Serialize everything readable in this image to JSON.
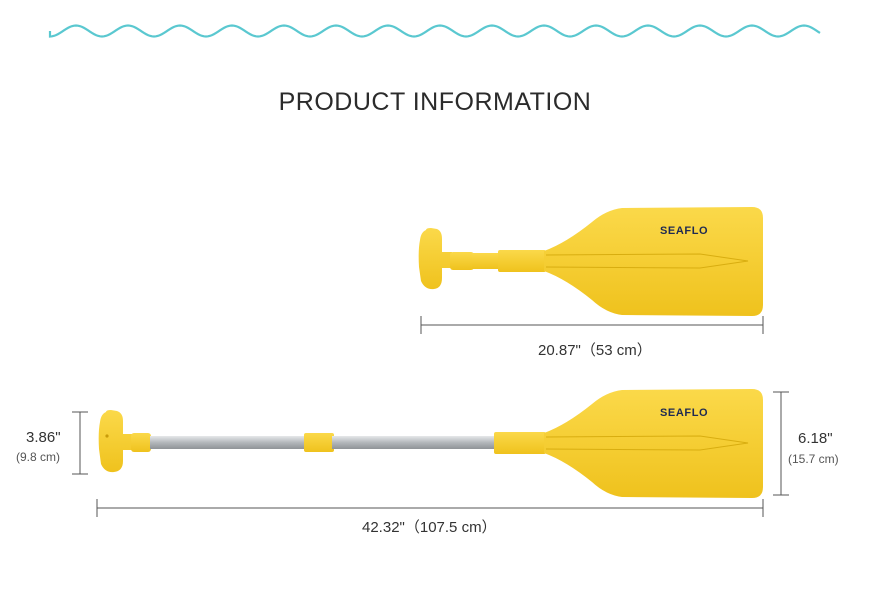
{
  "header": {
    "title": "PRODUCT INFORMATION",
    "wave_color": "#5ac8d0"
  },
  "paddle_short": {
    "brand": "SEAFLO",
    "length_label": "20.87\"（53 cm）"
  },
  "paddle_long": {
    "brand": "SEAFLO",
    "length_label": "42.32\"（107.5 cm）",
    "grip_width_in": "3.86\"",
    "grip_width_cm": "(9.8 cm)",
    "blade_width_in": "6.18\"",
    "blade_width_cm": "(15.7 cm)"
  },
  "colors": {
    "paddle_yellow": "#f6cf2e",
    "shaft_silver": "#b8bcc0",
    "dimension_line": "#555555"
  }
}
